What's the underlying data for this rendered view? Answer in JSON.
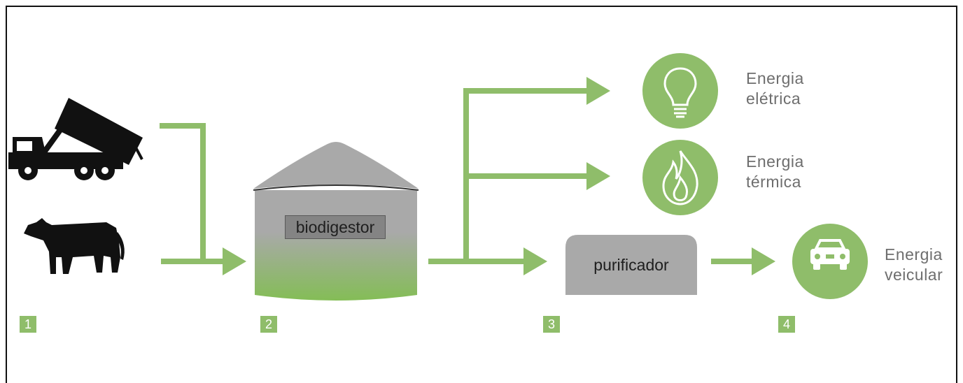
{
  "labels": {
    "biodigestor": "biodigestor",
    "purificador": "purificador"
  },
  "outputs": {
    "electric": {
      "line1": "Energia",
      "line2": "elétrica"
    },
    "thermal": {
      "line1": "Energia",
      "line2": "térmica"
    },
    "vehicle": {
      "line1": "Energia",
      "line2": "veicular"
    }
  },
  "steps": [
    "1",
    "2",
    "3",
    "4"
  ],
  "icons": {
    "inputs": [
      "dump-truck-icon",
      "cow-icon"
    ],
    "outputs": [
      "lightbulb-icon",
      "flame-icon",
      "car-icon"
    ]
  },
  "colors": {
    "accent_green": "#8fbd6a",
    "tank_gray": "#a8a8a8",
    "text_gray": "#6e6e6e",
    "silhouette": "#111111"
  }
}
